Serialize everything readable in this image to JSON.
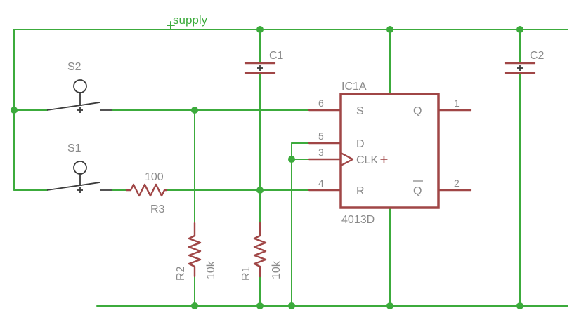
{
  "net": {
    "supply": "supply"
  },
  "switches": {
    "s1": "S1",
    "s2": "S2"
  },
  "capacitors": {
    "c1": "C1",
    "c2": "C2"
  },
  "resistors": {
    "r1": {
      "name": "R1",
      "value": "10k"
    },
    "r2": {
      "name": "R2",
      "value": "10k"
    },
    "r3": {
      "name": "R3",
      "value": "100"
    }
  },
  "ic": {
    "name": "IC1A",
    "part": "4013D",
    "pins": {
      "s": "S",
      "d": "D",
      "clk": "CLK",
      "r": "R",
      "q": "Q",
      "qbar": "Q",
      "n6": "6",
      "n5": "5",
      "n3": "3",
      "n4": "4",
      "n1": "1",
      "n2": "2"
    }
  },
  "colors": {
    "wire": "#3cab3c",
    "component": "#a04646",
    "label": "#8a8a8a",
    "switch": "#3b3b3b"
  }
}
